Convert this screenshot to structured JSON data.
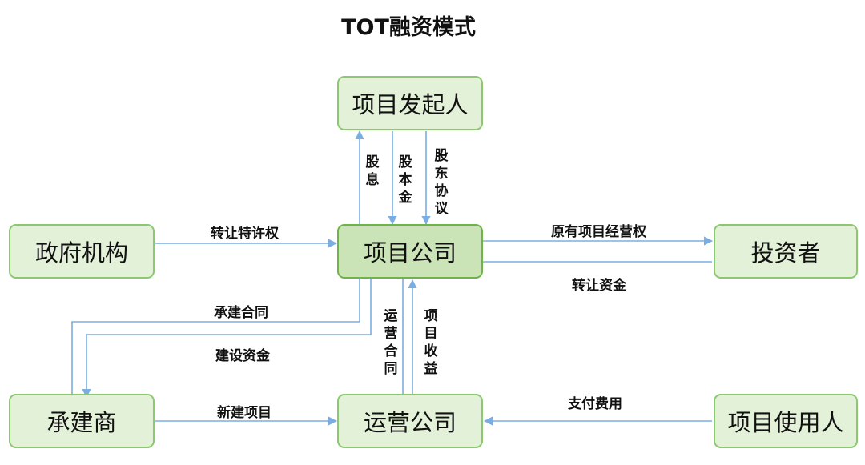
{
  "title": "TOT融资模式",
  "nodes": {
    "sponsor": "项目发起人",
    "government": "政府机构",
    "project_company": "项目公司",
    "investor": "投资者",
    "contractor": "承建商",
    "operator": "运营公司",
    "user": "项目使用人"
  },
  "edges": {
    "dividend": "股息",
    "equity": "股本金",
    "shareholder_agreement": "股东协议",
    "transfer_franchise": "转让特许权",
    "original_operation_right": "原有项目经营权",
    "transfer_funds": "转让资金",
    "construction_contract": "承建合同",
    "construction_funds": "建设资金",
    "operation_contract": "运营合同",
    "project_revenue": "项目收益",
    "new_project": "新建项目",
    "payment": "支付费用"
  },
  "colors": {
    "node_fill": "#e4f1d9",
    "node_center_fill": "#cbe4b7",
    "node_border": "#8cc870",
    "arrow": "#7aaee3"
  }
}
